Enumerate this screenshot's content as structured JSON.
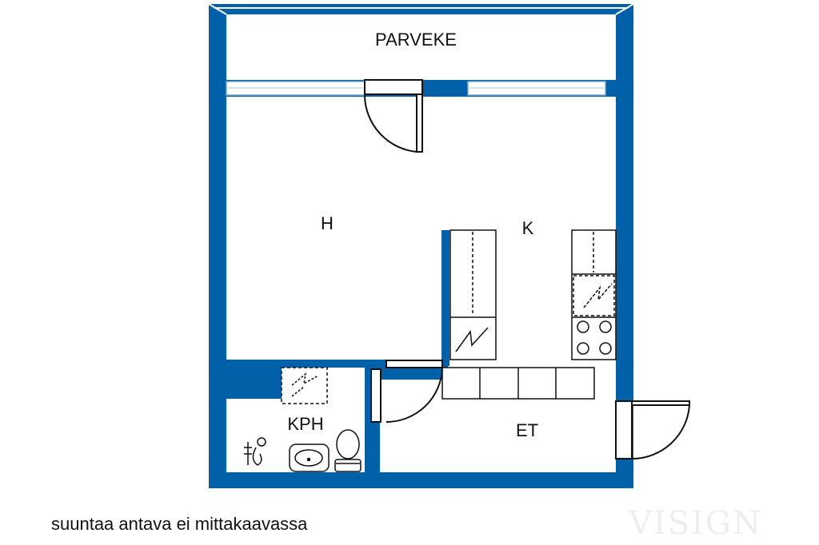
{
  "rooms": {
    "balcony": "PARVEKE",
    "living": "H",
    "kitchen": "K",
    "bathroom": "KPH",
    "entrance": "ET"
  },
  "caption": "suuntaa antava ei mittakaavassa",
  "watermark": "VISIGN",
  "colors": {
    "wall": "#0060a8",
    "line": "#111111",
    "background": "#ffffff"
  }
}
